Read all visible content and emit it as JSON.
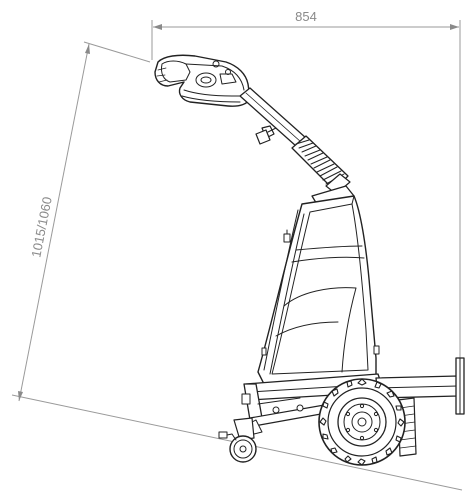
{
  "dimensions": {
    "overall_width": "854",
    "overall_height": "1015/1060"
  },
  "icons": {
    "machine": "electric-tug-side-view",
    "dimension_arrow": "arrowhead"
  },
  "colors": {
    "line": "#222222",
    "dimension": "#8a8a8a",
    "background": "#ffffff"
  }
}
